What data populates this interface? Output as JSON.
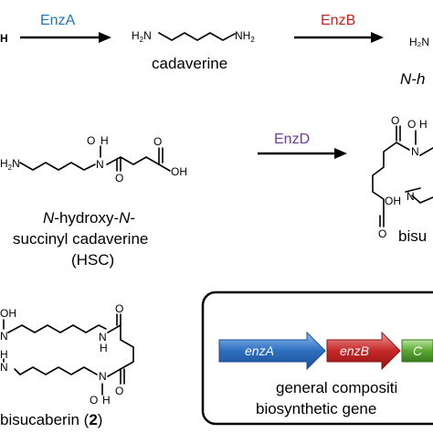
{
  "colors": {
    "enzA": "#1f77b4",
    "enzB": "#cc1f1f",
    "enzD": "#6a3d9a",
    "geneA": "#2f6fbf",
    "geneB": "#c62828",
    "geneC": "#5aa832"
  },
  "reaction1": {
    "enzyme": "EnzA",
    "left_fragment": "H"
  },
  "cadaverine": {
    "label": "cadaverine"
  },
  "reaction2": {
    "enzyme": "EnzB",
    "right_fragment": "H₂N",
    "right_caption": "N-h"
  },
  "hsc": {
    "caption_line1_a": "N",
    "caption_line1_b": "-hydroxy-",
    "caption_line1_c": "N",
    "caption_line1_d": "-",
    "caption_line2": "succinyl cadaverine",
    "caption_line3": "(HSC)"
  },
  "reaction3": {
    "enzyme": "EnzD",
    "right_caption": "bisu"
  },
  "bisucaberin": {
    "caption_a": "bisucaberin (",
    "caption_num": "2",
    "caption_b": ")"
  },
  "gene_cluster": {
    "genes": [
      "enzA",
      "enzB",
      "C"
    ],
    "caption_line1": "general compositi",
    "caption_line2": "biosynthetic gene"
  }
}
